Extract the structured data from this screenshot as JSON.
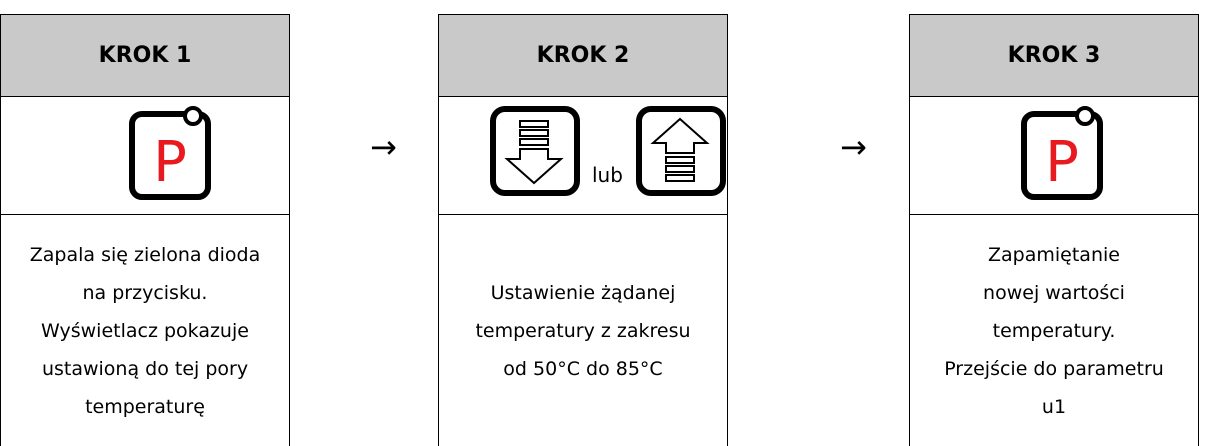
{
  "steps": [
    {
      "title": "KROK 1",
      "description": "Zapala się zielona dioda\nna przycisku.\nWyświetlacz pokazuje\nustawioną do tej pory\ntemperaturę"
    },
    {
      "title": "KROK 2",
      "connector": "lub",
      "description": "Ustawienie żądanej\ntemperatury z zakresu\nod 50°C do 85°C"
    },
    {
      "title": "KROK 3",
      "description": "Zapamiętanie\nnowej wartości\ntemperatury.\nPrzejście do parametru\nu1"
    }
  ],
  "arrow_symbol": "→",
  "p_button_label": "P",
  "colors": {
    "header_bg": "#c9c9c9",
    "p_letter": "#e8191f"
  },
  "icons": [
    "p-button-icon",
    "down-arrow-button-icon",
    "up-arrow-button-icon",
    "p-button-icon"
  ]
}
